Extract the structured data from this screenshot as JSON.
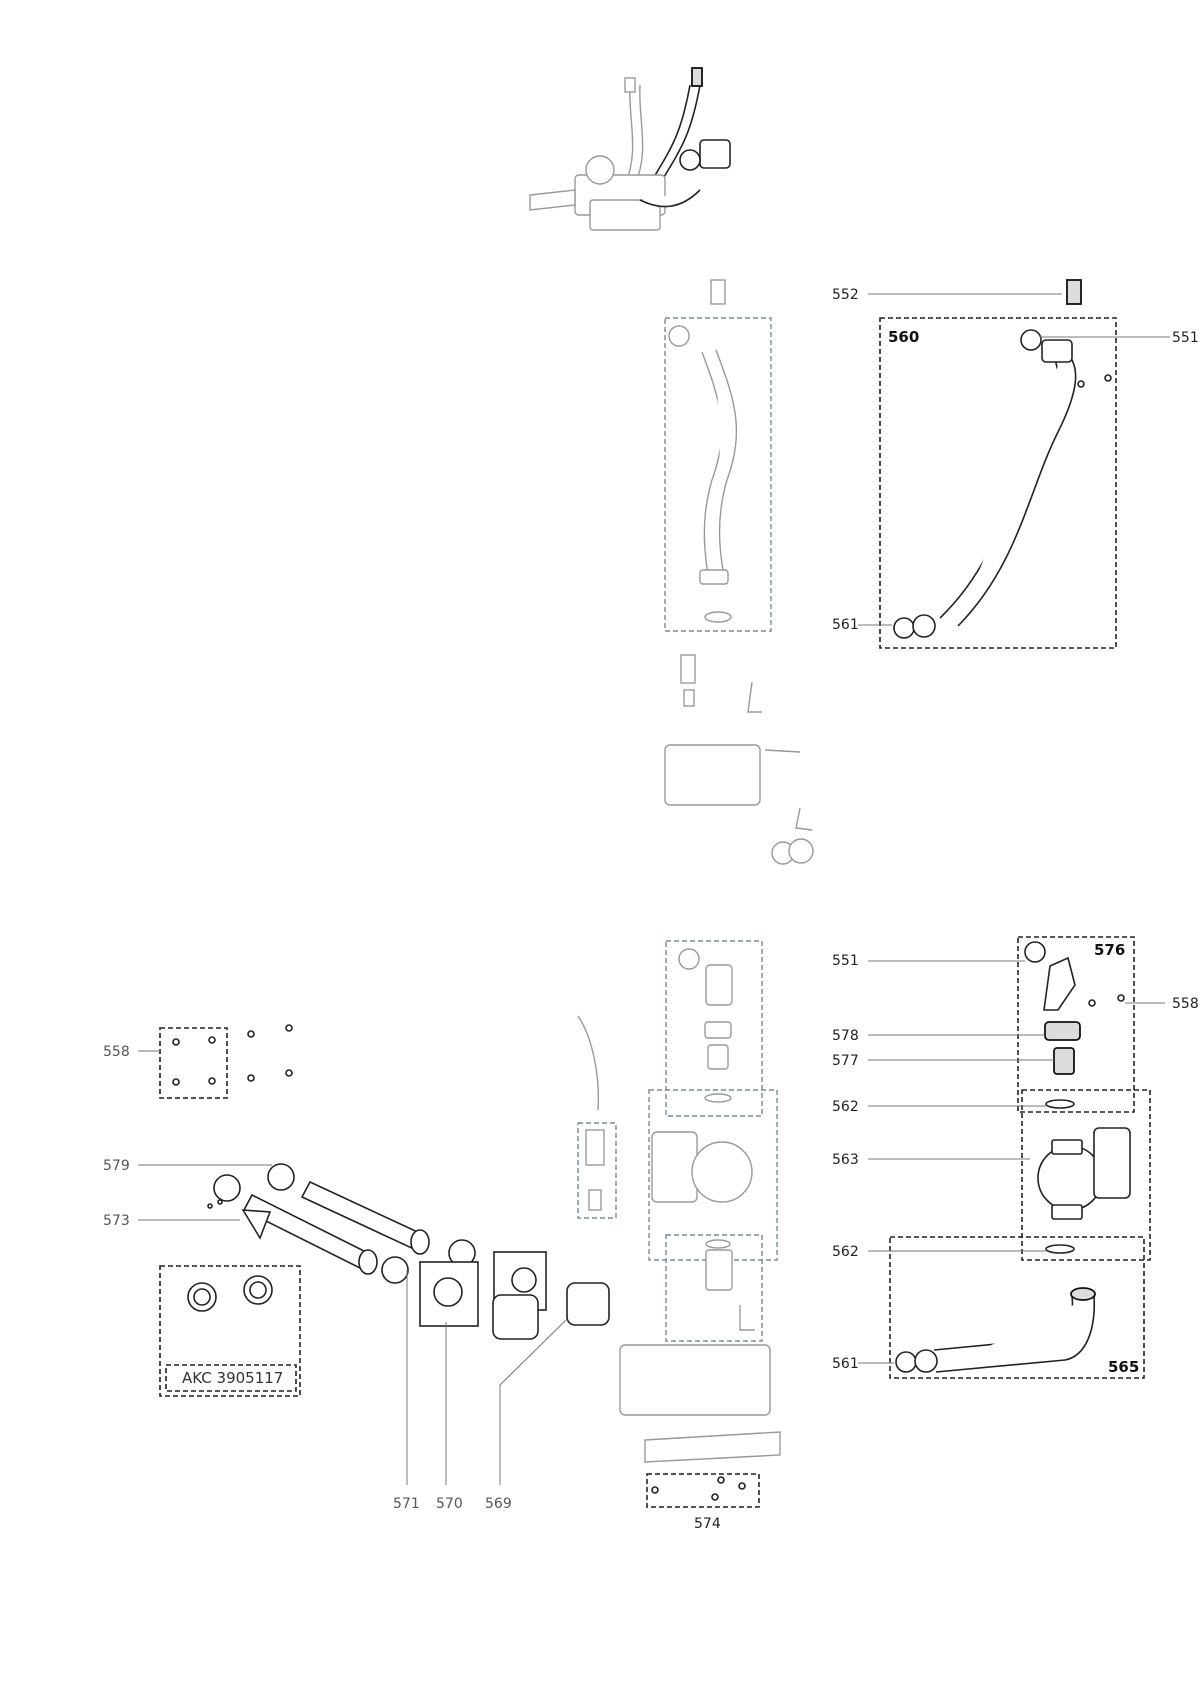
{
  "labels": {
    "l552": "552",
    "l551_top": "551",
    "l561_top": "561",
    "l551_bottom": "551",
    "l558_right": "558",
    "l578": "578",
    "l577": "577",
    "l562_a": "562",
    "l563": "563",
    "l562_b": "562",
    "l561_bottom": "561",
    "l558_left": "558",
    "l579": "579",
    "l573": "573",
    "l571": "571",
    "l570": "570",
    "l569": "569",
    "l574": "574"
  },
  "group_labels": {
    "g560": "560",
    "g576": "576",
    "g565": "565"
  },
  "kit_label": {
    "prefix": "AKC",
    "number": "3905117"
  }
}
